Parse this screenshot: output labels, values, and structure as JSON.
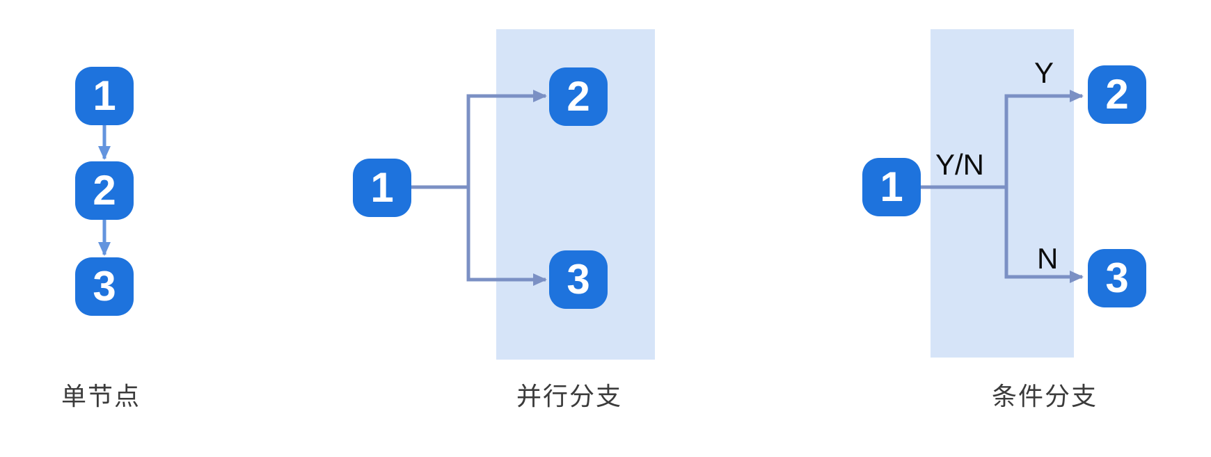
{
  "illustration_title": "workflow-node-patterns",
  "colors": {
    "node_blue": "#1e73dd",
    "panel_blue": "#d6e4f8",
    "connector_steel_blue": "#7b90c4",
    "single_chain_arrow_blue": "#6394de",
    "caption_gray": "#3b3b3b",
    "edge_label_black": "#0c0c0c",
    "node_number_white": "#ffffff",
    "background": "#ffffff"
  },
  "diagrams": [
    {
      "id": "single-node",
      "label": "单节点",
      "nodes": [
        "1",
        "2",
        "3"
      ],
      "structure": "vertical chain 1 -> 2 -> 3"
    },
    {
      "id": "parallel-branch",
      "label": "并行分支",
      "nodes": [
        "1",
        "2",
        "3"
      ],
      "structure": "1 branches to 2 and 3 inside highlighted panel"
    },
    {
      "id": "conditional-branch",
      "label": "条件分支",
      "nodes": [
        "1",
        "2",
        "3"
      ],
      "structure": "1 branches on condition to 2 (Y) and 3 (N) inside highlighted panel",
      "edge_labels": {
        "source": "Y/N",
        "top": "Y",
        "bottom": "N"
      }
    }
  ]
}
